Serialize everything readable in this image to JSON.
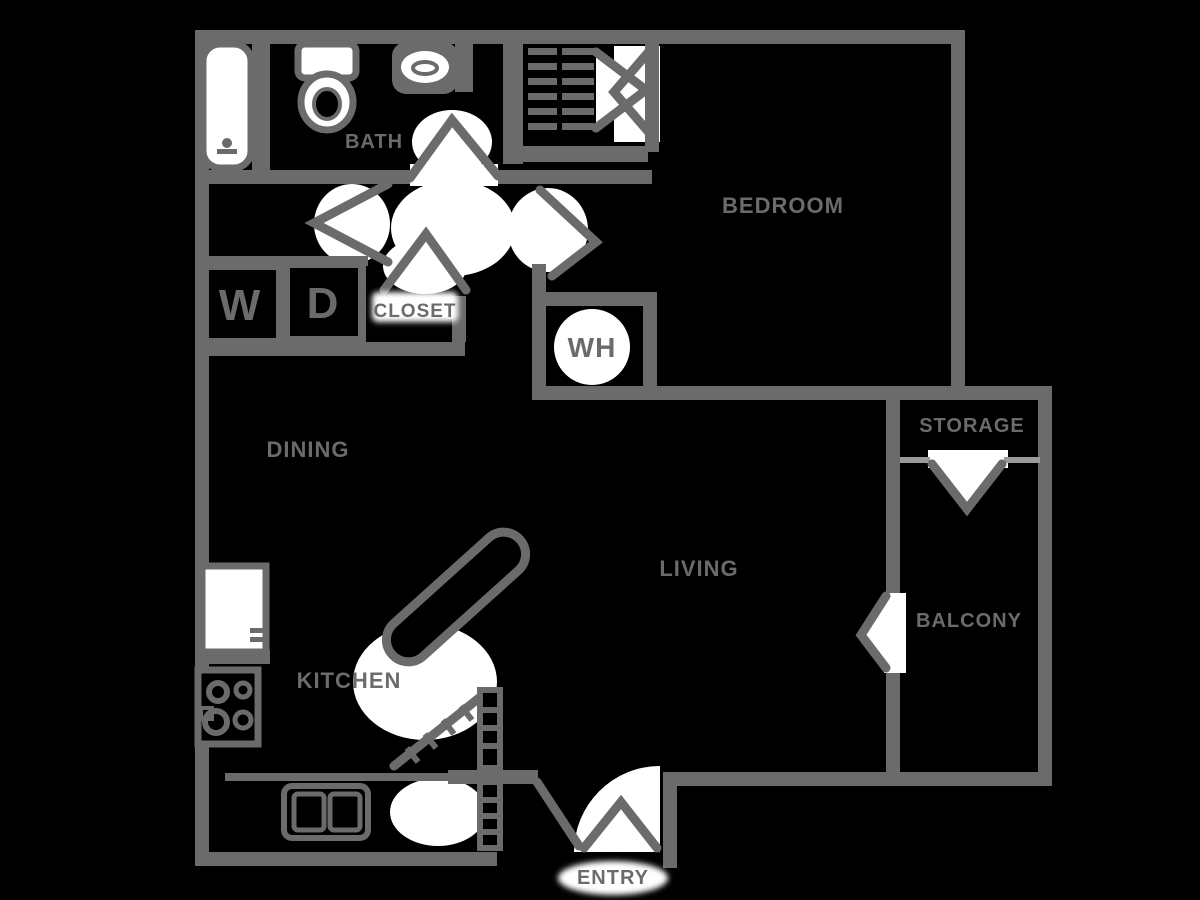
{
  "floorplan": {
    "labels": {
      "bath": "BATH",
      "bedroom": "BEDROOM",
      "closet": "CLOSET",
      "washer": "W",
      "dryer": "D",
      "water_heater": "WH",
      "dining": "DINING",
      "living": "LIVING",
      "kitchen": "KITCHEN",
      "storage": "STORAGE",
      "balcony": "BALCONY",
      "entry": "ENTRY"
    },
    "colors": {
      "bg": "#000000",
      "wall": "#6b6b6b",
      "fixture": "#ffffff",
      "lightwall": "#9a9a9a"
    }
  }
}
